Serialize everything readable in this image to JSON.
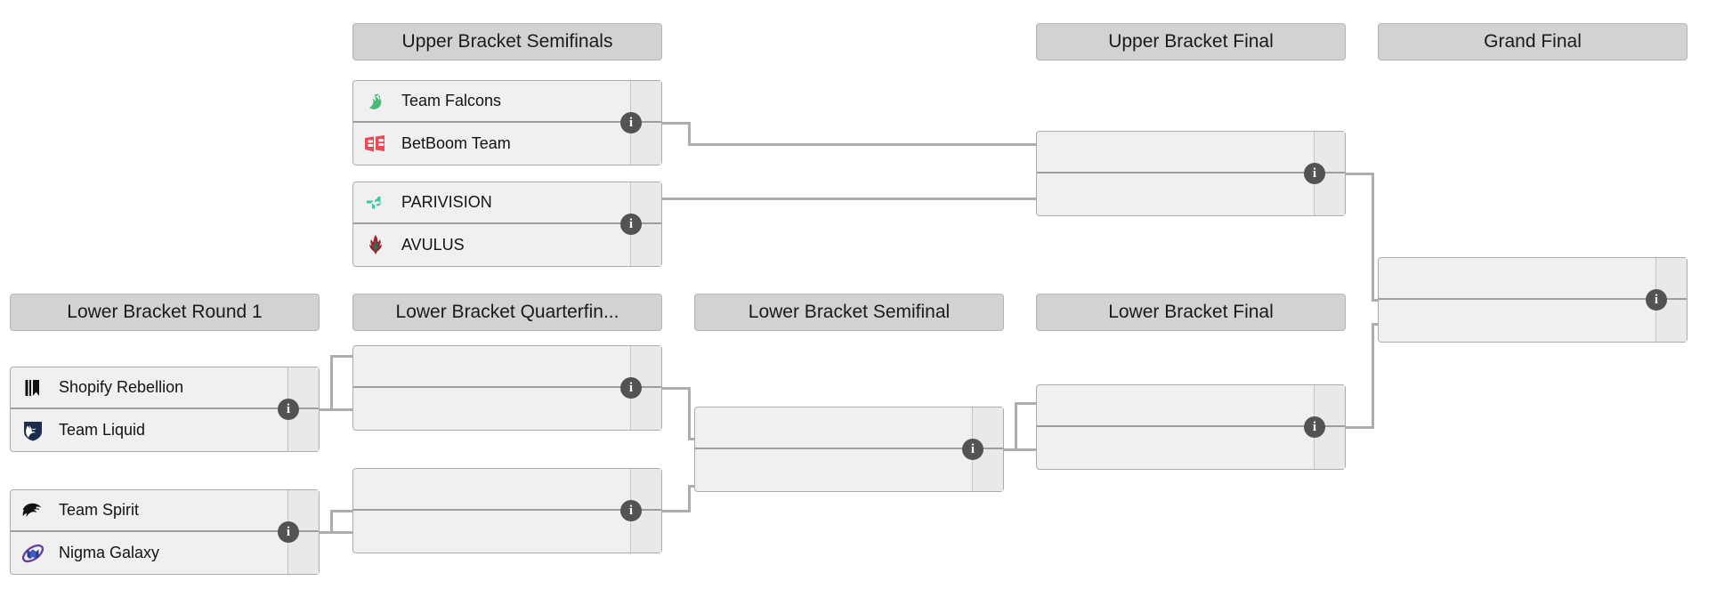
{
  "page": {
    "title": "Tournament Bracket",
    "background": "#ffffff"
  },
  "theme": {
    "header_bg": "#d2d2d2",
    "header_border": "#b4b4b4",
    "match_bg": "#f0f0f0",
    "match_border": "#acacac",
    "score_bg": "#e9e9e9",
    "divider": "#9e9e9e",
    "connector": "#adadad",
    "info_badge_bg": "#535353",
    "text": "#121212"
  },
  "rounds": [
    {
      "id": "lower-bracket-round-1",
      "label": "Lower Bracket Round 1"
    },
    {
      "id": "upper-bracket-semifinals",
      "label": "Upper Bracket Semifinals"
    },
    {
      "id": "lower-bracket-quarterfinals",
      "label": "Lower Bracket Quarterfin..."
    },
    {
      "id": "lower-bracket-semifinal",
      "label": "Lower Bracket Semifinal"
    },
    {
      "id": "upper-bracket-final",
      "label": "Upper Bracket Final"
    },
    {
      "id": "lower-bracket-final",
      "label": "Lower Bracket Final"
    },
    {
      "id": "grand-final",
      "label": "Grand Final"
    }
  ],
  "matches": {
    "ubsf1": {
      "round": "upper-bracket-semifinals",
      "info_label": "i",
      "opponents": [
        {
          "name": "Team Falcons",
          "logo": "team-falcons-logo",
          "score": ""
        },
        {
          "name": "BetBoom Team",
          "logo": "betboom-logo",
          "score": ""
        }
      ]
    },
    "ubsf2": {
      "round": "upper-bracket-semifinals",
      "info_label": "i",
      "opponents": [
        {
          "name": "PARIVISION",
          "logo": "parivision-logo",
          "score": ""
        },
        {
          "name": "AVULUS",
          "logo": "avulus-logo",
          "score": ""
        }
      ]
    },
    "lbr1m1": {
      "round": "lower-bracket-round-1",
      "info_label": "i",
      "opponents": [
        {
          "name": "Shopify Rebellion",
          "logo": "shopify-rebellion-logo",
          "score": ""
        },
        {
          "name": "Team Liquid",
          "logo": "team-liquid-logo",
          "score": ""
        }
      ]
    },
    "lbr1m2": {
      "round": "lower-bracket-round-1",
      "info_label": "i",
      "opponents": [
        {
          "name": "Team Spirit",
          "logo": "team-spirit-logo",
          "score": ""
        },
        {
          "name": "Nigma Galaxy",
          "logo": "nigma-galaxy-logo",
          "score": ""
        }
      ]
    },
    "lbqf1": {
      "round": "lower-bracket-quarterfinals",
      "info_label": "i",
      "opponents": [
        {
          "name": "",
          "logo": "",
          "score": ""
        },
        {
          "name": "",
          "logo": "",
          "score": ""
        }
      ]
    },
    "lbqf2": {
      "round": "lower-bracket-quarterfinals",
      "info_label": "i",
      "opponents": [
        {
          "name": "",
          "logo": "",
          "score": ""
        },
        {
          "name": "",
          "logo": "",
          "score": ""
        }
      ]
    },
    "lbsf": {
      "round": "lower-bracket-semifinal",
      "info_label": "i",
      "opponents": [
        {
          "name": "",
          "logo": "",
          "score": ""
        },
        {
          "name": "",
          "logo": "",
          "score": ""
        }
      ]
    },
    "ubf": {
      "round": "upper-bracket-final",
      "info_label": "i",
      "opponents": [
        {
          "name": "",
          "logo": "",
          "score": ""
        },
        {
          "name": "",
          "logo": "",
          "score": ""
        }
      ]
    },
    "lbf": {
      "round": "lower-bracket-final",
      "info_label": "i",
      "opponents": [
        {
          "name": "",
          "logo": "",
          "score": ""
        },
        {
          "name": "",
          "logo": "",
          "score": ""
        }
      ]
    },
    "gf": {
      "round": "grand-final",
      "info_label": "i",
      "opponents": [
        {
          "name": "",
          "logo": "",
          "score": ""
        },
        {
          "name": "",
          "logo": "",
          "score": ""
        }
      ]
    }
  }
}
